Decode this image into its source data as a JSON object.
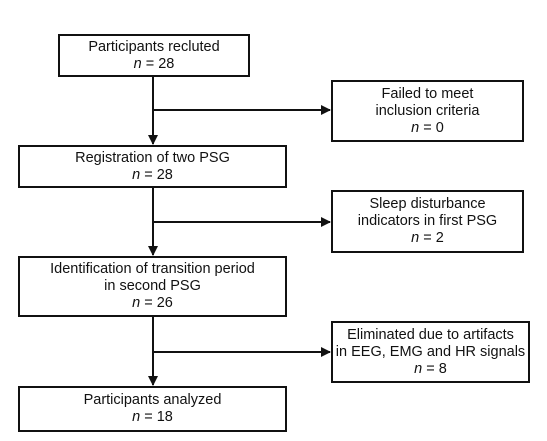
{
  "n_symbol": "n",
  "boxes": {
    "recruited": {
      "line1": "Participants recluted",
      "count": "= 28"
    },
    "failed": {
      "line1": "Failed to meet",
      "line2": "inclusion criteria",
      "count": "= 0"
    },
    "registration": {
      "line1": "Registration of two PSG",
      "count": "= 28"
    },
    "sleep": {
      "line1": "Sleep disturbance",
      "line2": "indicators in first PSG",
      "count": "= 2"
    },
    "identification": {
      "line1": "Identification of transition period",
      "line2": "in second PSG",
      "count": "= 26"
    },
    "artifacts": {
      "line1": "Eliminated due to artifacts",
      "line2": "in EEG, EMG and HR signals",
      "count": "= 8"
    },
    "analyzed": {
      "line1": "Participants analyzed",
      "count": "= 18"
    }
  },
  "colors": {
    "stroke": "#111111",
    "background": "#ffffff"
  }
}
